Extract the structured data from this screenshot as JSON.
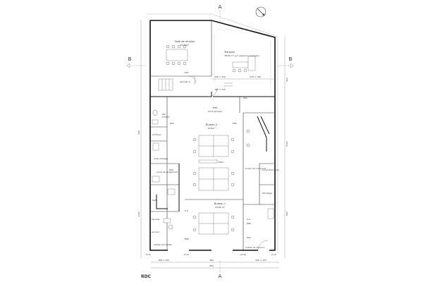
{
  "plan": {
    "level_label": "RDC",
    "section_markers": {
      "a": "A",
      "b": "B"
    },
    "rooms": {
      "salle_reunion": {
        "name": "Salle de réunion",
        "area": "15,00m²"
      },
      "terrasse": {
        "name": "Terrasse",
        "area": "38,00 m² (y/c espaces paysagés)"
      },
      "hall": {
        "name": "Hall",
        "sub": "(hors groupe)"
      },
      "bureau_2": {
        "name": "Bureau 2",
        "area": "19,8m²"
      },
      "bureau_1": {
        "name": "Bureau 1",
        "area": "25,60 m²"
      },
      "escalier_a": {
        "name": "escalier A"
      },
      "escalier_b": {
        "name": "escalier"
      },
      "wc": {
        "name": "WC",
        "area": "2,10m²"
      },
      "archives": {
        "name": "archives"
      },
      "local_menage": {
        "name": "local ménage"
      },
      "local_rangement": {
        "name": "Local de rangement"
      },
      "espace_coffre": {
        "name": "Accès de communs"
      },
      "sas": {
        "name": "SAS"
      },
      "local_technique": {
        "name": "Local technique"
      },
      "entree_principale": {
        "name": "entrée principale"
      },
      "entree_secours": {
        "name": "entrée de secours"
      },
      "stockage": {
        "name": "Stockage"
      },
      "accueil": {
        "name": "accueil"
      }
    },
    "annotations": {
      "door_a": "P01",
      "door_b": "P02",
      "door_c": "P03",
      "door_d": "P04",
      "door_e": "P05",
      "door_f": "P06",
      "mark_1": "S.U",
      "mark_2": "S.U",
      "mark_3": "ERP",
      "mark_4": "ERP",
      "pilier": "Pilier"
    },
    "dimensions": {
      "top_a": "160 × 210",
      "top_b": "170 × 140",
      "mid_a": "100 × 215",
      "left_a": "640",
      "left_b": "1145",
      "right_a": "540",
      "right_b": "1010",
      "right_c": "200",
      "bottom_a": "180 × 105",
      "bottom_b": "100 × 105",
      "bottom_c": "480",
      "bottom_total": "950",
      "level_a": "-0,15",
      "level_b": "-0,15",
      "level_c": "+0,00",
      "level_d": "-0,15"
    },
    "colors": {
      "walls": "#111111",
      "lines": "#777777"
    }
  }
}
